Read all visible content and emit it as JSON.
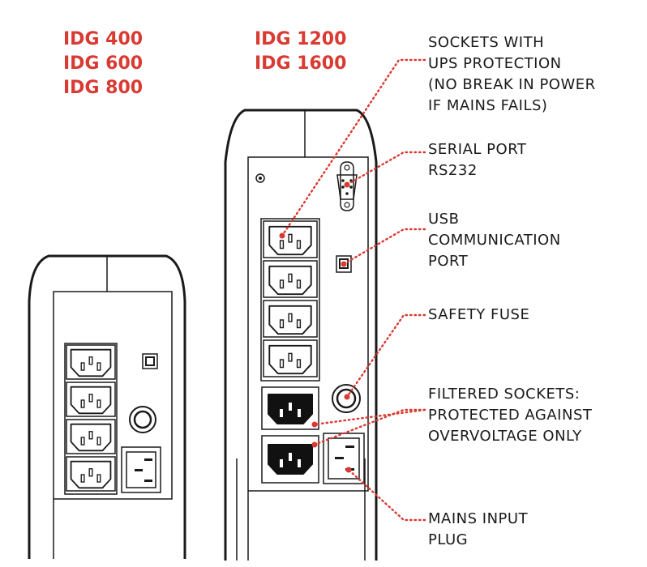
{
  "models_left": [
    "IDG 400",
    "IDG 600",
    "IDG 800"
  ],
  "models_right": [
    "IDG 1200",
    "IDG 1600"
  ],
  "callouts": {
    "sockets_ups": "SOCKETS WITH\nUPS PROTECTION\n(NO BREAK IN POWER\nIF MAINS FAILS)",
    "serial_port": "SERIAL PORT\nRS232",
    "usb_port": "USB\nCOMMUNICATION\nPORT",
    "safety_fuse": "SAFETY FUSE",
    "filtered_sockets": "FILTERED SOCKETS:\nPROTECTED AGAINST\nOVERVOLTAGE ONLY",
    "mains_input": "MAINS INPUT\nPLUG"
  },
  "colors": {
    "model_text": "#d93a32",
    "leader_dots": "#d93a32",
    "outline": "#1a1a1a",
    "socket_fill": "#111111",
    "background": "#ffffff"
  }
}
